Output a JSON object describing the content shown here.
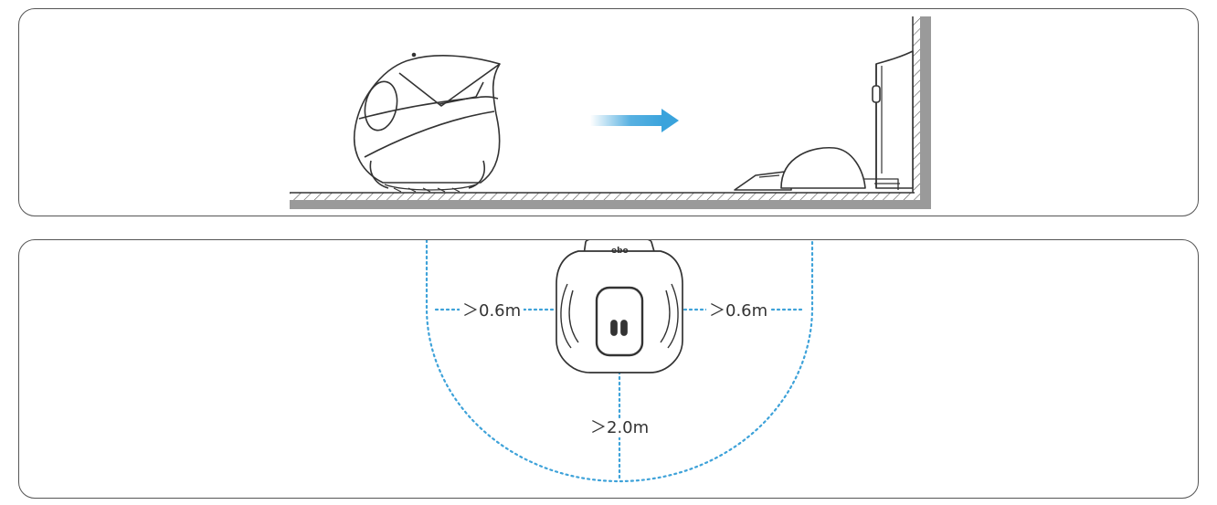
{
  "diagram": {
    "distances": {
      "left": "＞0.6m",
      "right": "＞0.6m",
      "front": "＞2.0m"
    },
    "robot_logo": "ebo",
    "colors": {
      "outline": "#333333",
      "arrow": "#3aa3dc",
      "dotted": "#3ea2d9",
      "floor_wall": "#9a9a9a"
    },
    "icons": [
      "robot-side-icon",
      "arrow-right-icon",
      "charging-dock-icon",
      "robot-top-icon"
    ]
  }
}
